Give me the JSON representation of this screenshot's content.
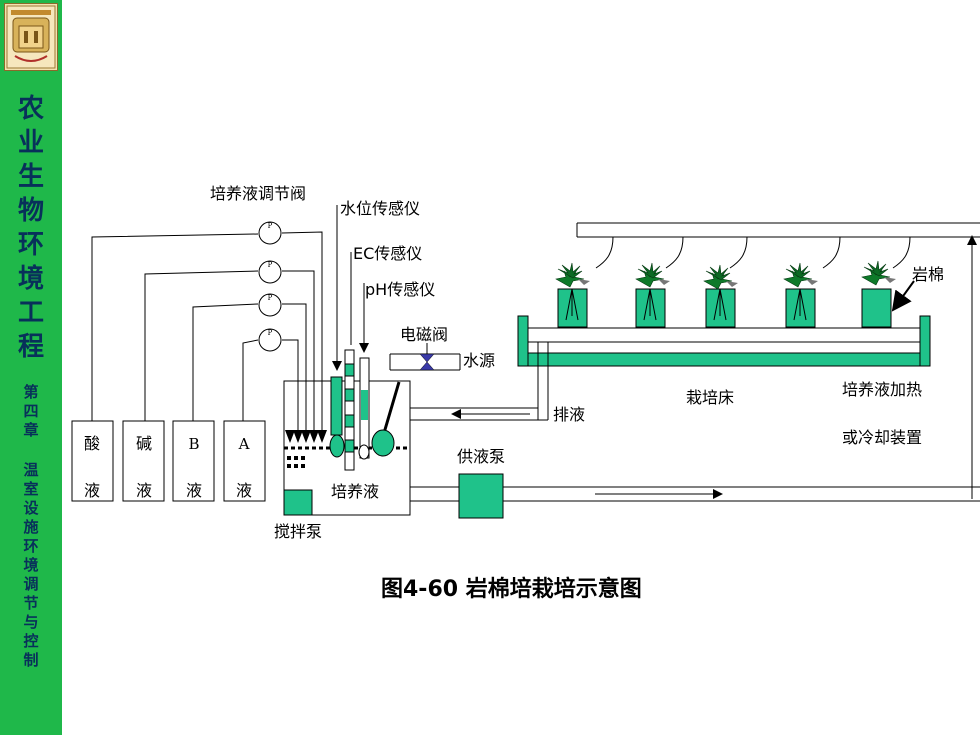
{
  "sidebar": {
    "course_title": [
      "农",
      "业",
      "生",
      "物",
      "环",
      "境",
      "工",
      "程"
    ],
    "chapter": [
      "第",
      "四",
      "章"
    ],
    "chapter_title": [
      "温",
      "室",
      "设",
      "施",
      "环",
      "境",
      "调",
      "节",
      "与",
      "控",
      "制"
    ]
  },
  "diagram": {
    "valve_label": "培养液调节阀",
    "water_level_sensor": "水位传感仪",
    "ec_sensor": "EC传感仪",
    "ph_sensor": "pH传感仪",
    "solenoid_valve": "电磁阀",
    "water_source": "水源",
    "rockwool": "岩棉",
    "cultivation_bed": "栽培床",
    "heater_line1": "培养液加热",
    "heater_line2": "或冷却装置",
    "drain": "排液",
    "supply_pump": "供液泵",
    "nutrient_solution": "培养液",
    "stirring_pump": "搅拌泵",
    "pump_symbol": "P",
    "tanks": [
      {
        "top": "酸",
        "bottom": "液"
      },
      {
        "top": "碱",
        "bottom": "液"
      },
      {
        "top": "B",
        "bottom": "液"
      },
      {
        "top": "A",
        "bottom": "液"
      }
    ]
  },
  "caption": "图4-60  岩棉培栽培示意图"
}
